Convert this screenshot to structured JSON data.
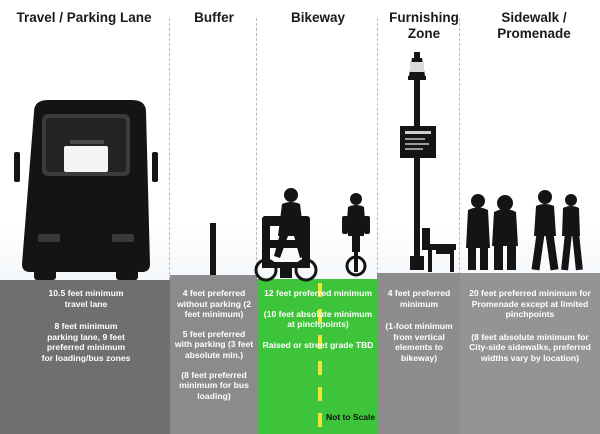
{
  "columns": [
    {
      "key": "travel",
      "header": "Travel / Parking Lane",
      "notes": [
        "10.5 feet minimum travel lane",
        "8 feet minimum parking lane, 9 feet preferred minimum for loading/bus zones"
      ]
    },
    {
      "key": "buffer",
      "header": "Buffer",
      "notes": [
        "4 feet preferred without parking (2 feet minimum)",
        "5 feet preferred with parking (3 feet absolute min.)",
        "(8 feet preferred minimum for bus loading)"
      ]
    },
    {
      "key": "bikeway",
      "header": "Bikeway",
      "notes": [
        "12 feet preferred minimum",
        "(10 feet absolute minimum at pinchpoints)",
        "Raised or street grade TBD"
      ]
    },
    {
      "key": "furnishing",
      "header": "Furnishing Zone",
      "notes": [
        "4 feet preferred minimum",
        "(1-foot minimum from vertical elements to bikeway)"
      ]
    },
    {
      "key": "sidewalk",
      "header": "Sidewalk / Promenade",
      "notes": [
        "20 feet preferred minimum for Promenade except at limited pinchpoints",
        "(8 feet absolute minimum for City-side sidewalks, preferred widths vary by location)"
      ]
    }
  ],
  "scale_note": "Not to Scale",
  "colors": {
    "road": "#6f6f71",
    "buffer": "#8b8b8d",
    "bikeway": "#3ec43a",
    "curb": "#8d8d8f",
    "sidewalk": "#949496",
    "lane_dash": "#f1e23a",
    "silhouette": "#141414"
  },
  "icons": [
    "bus-silhouette-icon",
    "bollard-icon",
    "pedicab-icon",
    "cyclist-icon",
    "street-lamp-icon",
    "sign-icon",
    "bench-icon",
    "pedestrians-icon"
  ]
}
